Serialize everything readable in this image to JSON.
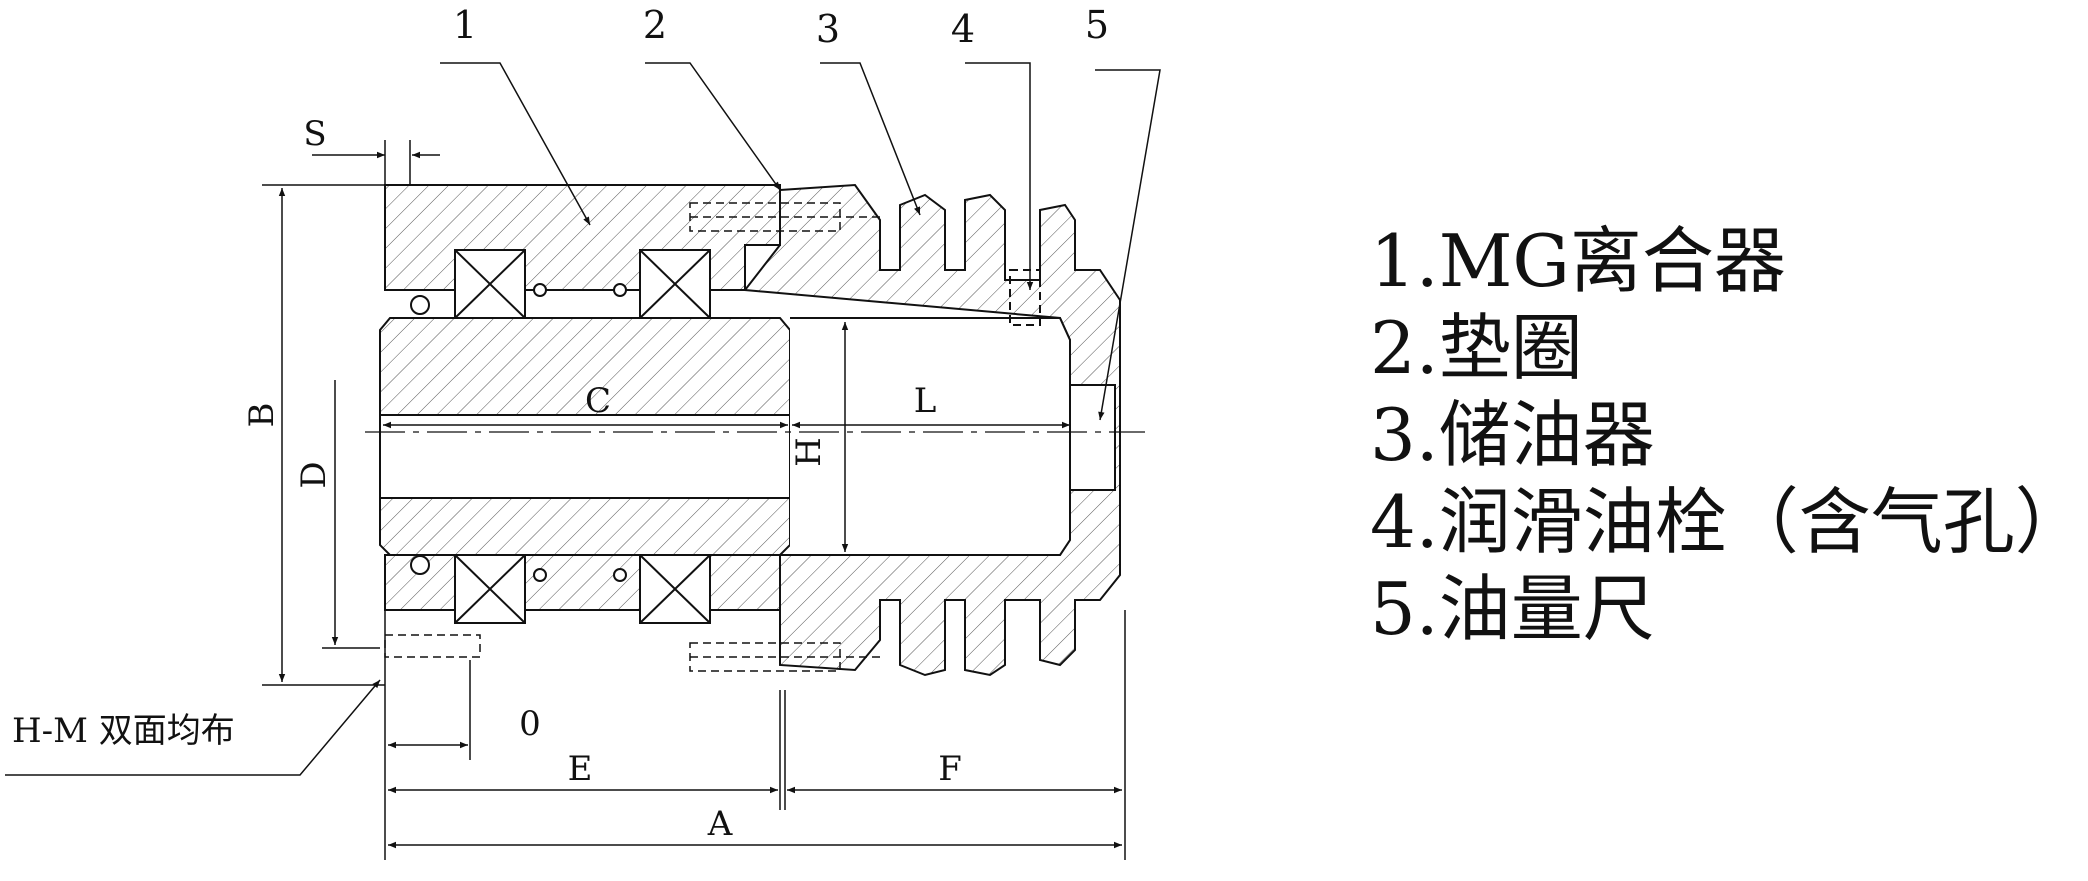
{
  "callouts": [
    "1",
    "2",
    "3",
    "4",
    "5"
  ],
  "dimensions": {
    "S": "S",
    "B": "B",
    "D": "D",
    "C": "C",
    "L": "L",
    "H": "H",
    "O": "0",
    "E": "E",
    "F": "F",
    "A": "A"
  },
  "note": "H-M 双面均布",
  "legend": [
    "1.MG离合器",
    "2.垫圈",
    "3.储油器",
    "4.润滑油栓（含气孔）",
    "5.油量尺"
  ],
  "colors": {
    "line": "#111111",
    "hatch": "#444444",
    "background": "#ffffff"
  }
}
